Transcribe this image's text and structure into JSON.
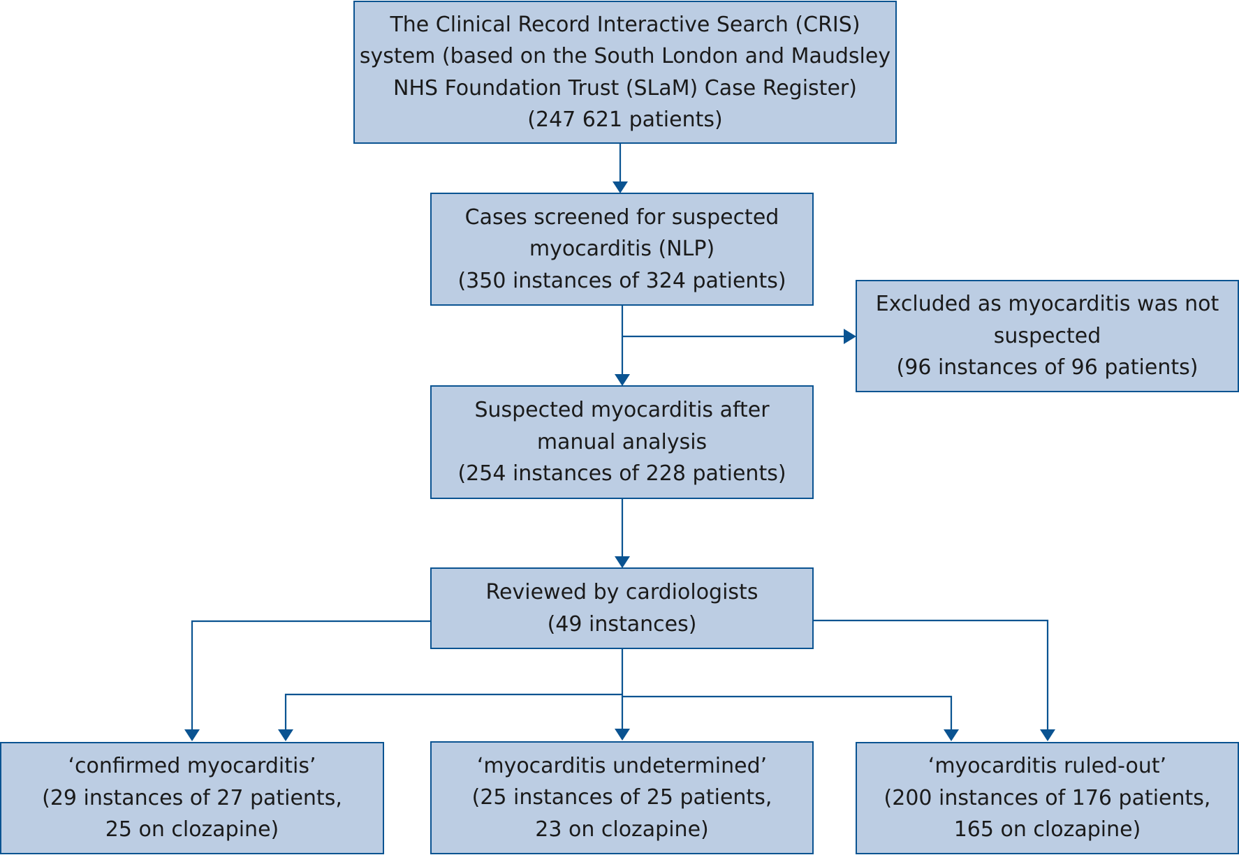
{
  "colors": {
    "box_fill": "#bccde3",
    "box_border": "#0a5391",
    "arrow": "#0a5391",
    "text": "#1a1a1a"
  },
  "nodes": {
    "cris": {
      "lines": [
        "The Clinical Record Interactive Search (CRIS)",
        "system (based on the South London and Maudsley",
        "NHS Foundation Trust (SLaM) Case Register)",
        "(247 621 patients)"
      ]
    },
    "screened": {
      "lines": [
        "Cases screened for suspected",
        "myocarditis (NLP)",
        "(350 instances of 324 patients)"
      ]
    },
    "excluded": {
      "lines": [
        "Excluded as myocarditis was not",
        "suspected",
        "(96 instances of 96 patients)"
      ]
    },
    "suspected": {
      "lines": [
        "Suspected myocarditis after",
        "manual analysis",
        "(254 instances of 228 patients)"
      ]
    },
    "reviewed": {
      "lines": [
        "Reviewed by cardiologists",
        "(49 instances)"
      ]
    },
    "confirmed": {
      "lines": [
        "‘confirmed myocarditis’",
        "(29 instances of 27 patients,",
        "25 on clozapine)"
      ]
    },
    "undetermined": {
      "lines": [
        "‘myocarditis undetermined’",
        "(25 instances of 25 patients,",
        "23 on clozapine)"
      ]
    },
    "ruled_out": {
      "lines": [
        "‘myocarditis ruled-out’",
        "(200 instances of 176 patients,",
        "165 on clozapine)"
      ]
    }
  }
}
